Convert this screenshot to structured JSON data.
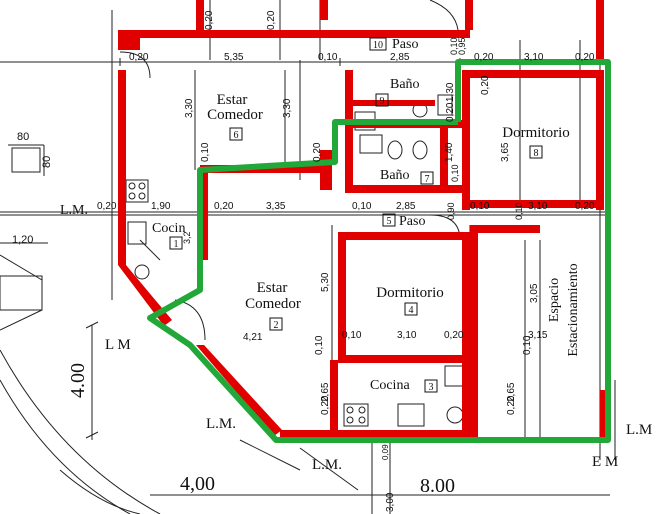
{
  "colors": {
    "wall": "#e00000",
    "outline": "#21a838",
    "thin": "#222222",
    "background": "#ffffff"
  },
  "rooms": {
    "estar_top_1": "Estar",
    "estar_top_2": "Comedor",
    "estar_top_num": "6",
    "paso_top": "Paso",
    "paso_top_num": "10",
    "bano_top": "Baño",
    "bano_top_num": "9",
    "dorm_top": "Dormitorio",
    "dorm_top_num": "8",
    "bano_mid": "Baño",
    "bano_mid_num": "7",
    "cocina_left": "Cocin",
    "cocina_left_num": "1",
    "paso_mid": "Paso",
    "paso_mid_num": "5",
    "estar_bot_1": "Estar",
    "estar_bot_2": "Comedor",
    "estar_bot_num": "2",
    "dorm_bot": "Dormitorio",
    "dorm_bot_num": "4",
    "cocina_bot": "Cocina",
    "cocina_bot_num": "3",
    "espacio_1": "Espacio",
    "espacio_2": "Estacionamiento"
  },
  "dimensions": {
    "d_020_a": "0,20",
    "d_020_b": "0,20",
    "d_020_c": "0,20",
    "d_535": "5,35",
    "d_010_a": "0,10",
    "d_285_top": "2,85",
    "d_010_b": "0,10",
    "d_095": "0,95",
    "d_020_d": "0,20",
    "d_310_top": "3,10",
    "d_330_a": "3,30",
    "d_330_b": "3,30",
    "d_130": "1,30",
    "d_020_e": "0,20",
    "d_020_f": "0,20",
    "d_365": "3,65",
    "d_010_c": "0,10",
    "d_020_g": "0,20",
    "d_140": "1,40",
    "d_010_d": "0,10",
    "d_190": "1,90",
    "d_020_h": "0,20",
    "d_020_i": "0,20",
    "d_335": "3,35",
    "d_010_e": "0,10",
    "d_285_mid": "2,85",
    "d_010_f": "0,10",
    "d_090": "0,90",
    "d_010_g": "0,10",
    "d_020_j": "0,20",
    "d_310_mid": "3,10",
    "d_020_k": "0,20",
    "d_320": "3,2",
    "d_530": "5,30",
    "d_305": "3,05",
    "d_421": "4,21",
    "d_010_h": "0,10",
    "d_310_bot": "3,10",
    "d_020_l": "0,20",
    "d_315": "3,15",
    "d_010_i": "0,10",
    "d_010_j": "0,10",
    "d_265_a": "2,65",
    "d_265_b": "2,65",
    "d_020_m": "0,20",
    "d_020_n": "0,20",
    "d_120": "1,20",
    "d_80_a": "80",
    "d_80_b": "80",
    "d_400_v": "4.00",
    "d_400_h": "4,00",
    "d_800": "8.00",
    "d_009": "0,09",
    "d_300": "3,00"
  },
  "markers": {
    "lm_left_top": "L.M.",
    "lm_left_mid": "L M",
    "lm_bottom_a": "L.M.",
    "lm_bottom_b": "L.M.",
    "lm_right": "L.M",
    "em": "E M"
  }
}
